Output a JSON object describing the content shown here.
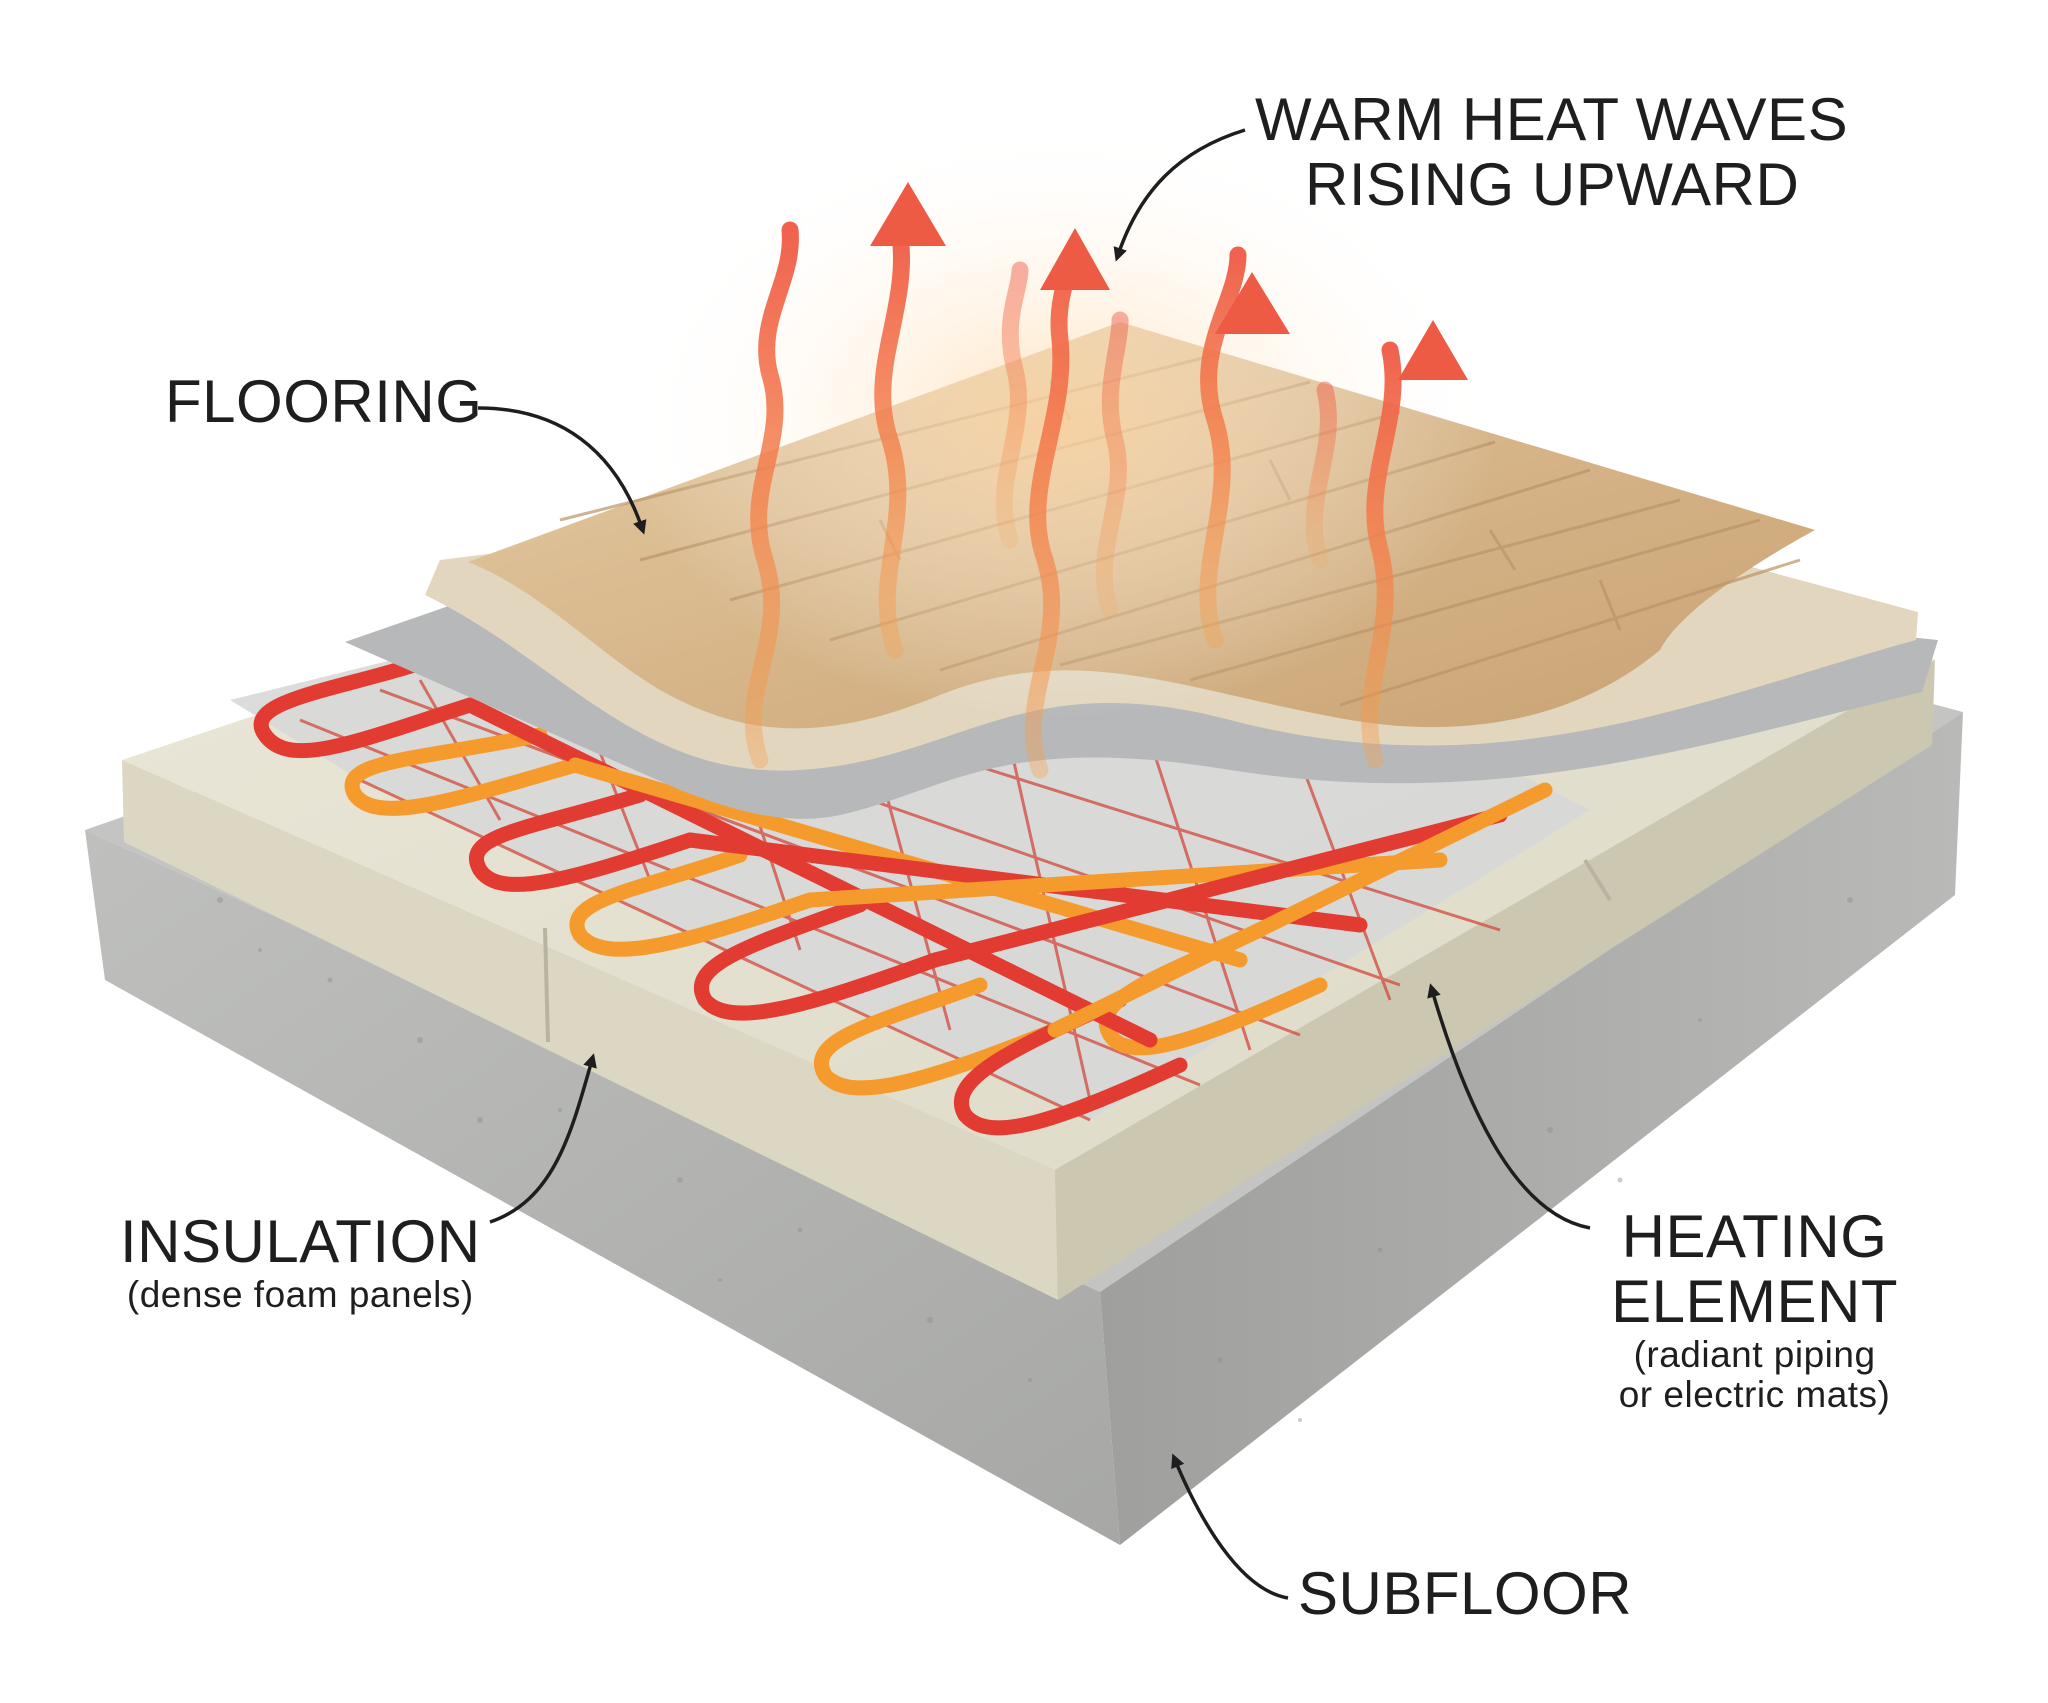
{
  "labels": {
    "heat_waves": [
      "WARM HEAT WAVES",
      "RISING UPWARD"
    ],
    "flooring": "FLOORING",
    "insulation": {
      "title": "INSULATION",
      "note": "(dense foam panels)"
    },
    "heating_element": {
      "title": [
        "HEATING",
        "ELEMENT"
      ],
      "note": [
        "(radiant piping",
        "or electric mats)"
      ]
    },
    "subfloor": "SUBFLOOR"
  },
  "layers": [
    "subfloor",
    "insulation",
    "heating-element",
    "underlayment",
    "flooring"
  ],
  "colors": {
    "concrete": "#b5b6b4",
    "foam": "#e8e4d4",
    "pipe_red": "#e23b32",
    "pipe_orange": "#f59a2c",
    "wood": "#d9b98d",
    "heat": "#f07050",
    "text": "#1e1e1e"
  },
  "icons": [
    "arrow-icon",
    "heat-wave-icon"
  ]
}
